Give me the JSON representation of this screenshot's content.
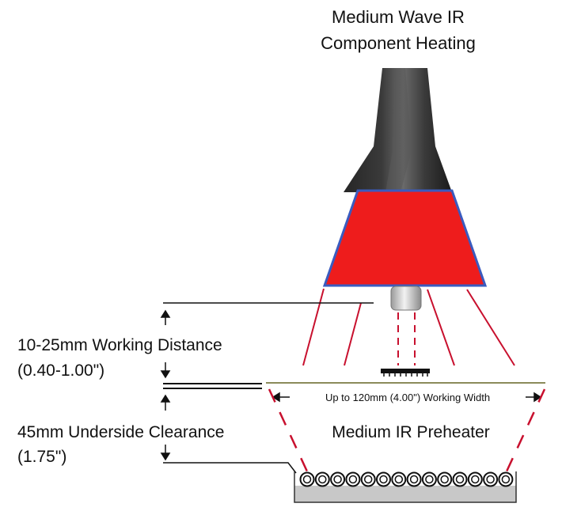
{
  "title_line1": "Medium Wave IR",
  "title_line2": "Component Heating",
  "working_distance": {
    "label": "10-25mm Working Distance",
    "imperial": "(0.40-1.00\")"
  },
  "underside_clearance": {
    "label": "45mm Underside Clearance",
    "imperial": "(1.75\")"
  },
  "working_width": "Up to 120mm (4.00\") Working Width",
  "preheater_label": "Medium IR Preheater",
  "colors": {
    "heater_head": "#ee1c1c",
    "heater_outline": "#3a5bbf",
    "ir_rays": "#c8102e",
    "housing": "#1f1f1f",
    "board_line": "#8b8b5a",
    "tray_fill": "#c8c8c8"
  }
}
